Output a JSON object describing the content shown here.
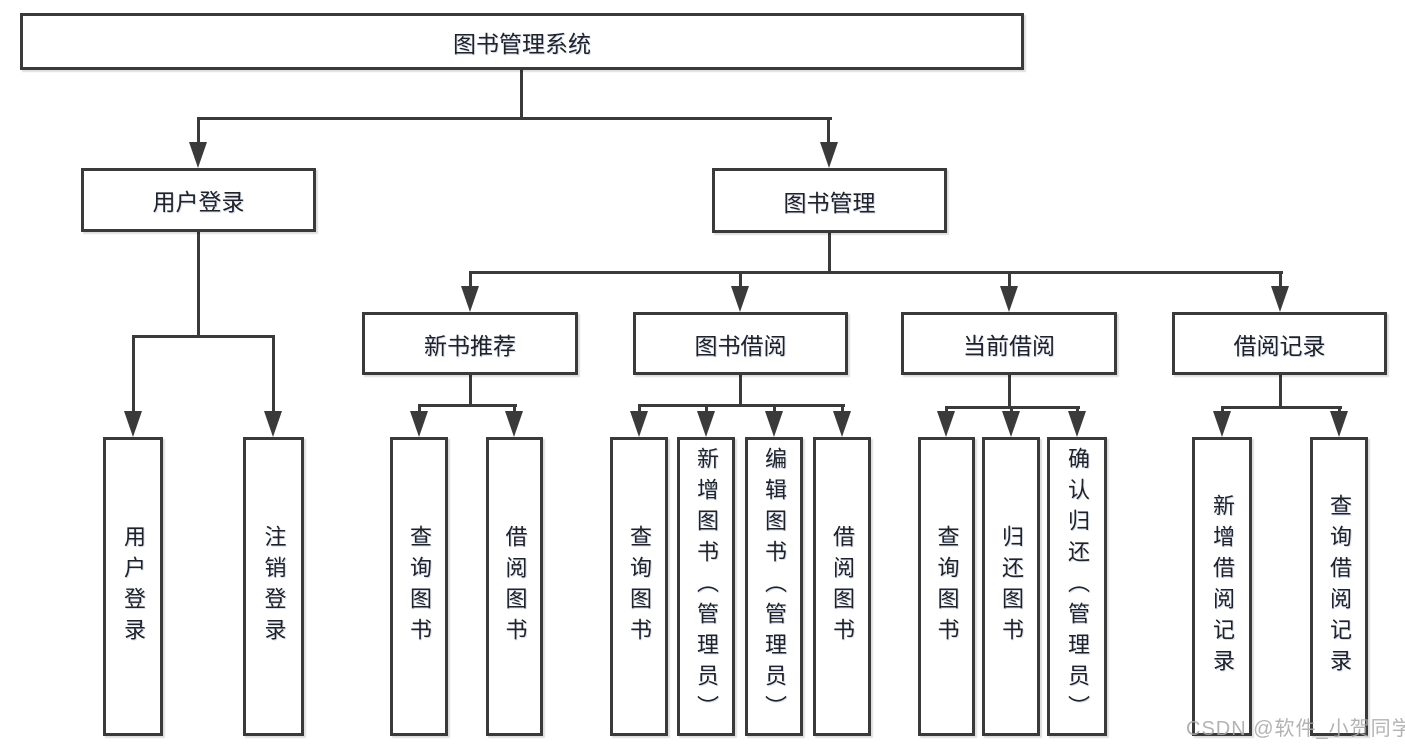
{
  "diagram": {
    "root": {
      "label": "图书管理系统",
      "children": [
        {
          "label": "用户登录",
          "children": [
            {
              "label": "用户登录"
            },
            {
              "label": "注销登录"
            }
          ]
        },
        {
          "label": "图书管理",
          "children": [
            {
              "label": "新书推荐",
              "children": [
                {
                  "label": "查询图书"
                },
                {
                  "label": "借阅图书"
                }
              ]
            },
            {
              "label": "图书借阅",
              "children": [
                {
                  "label": "查询图书"
                },
                {
                  "label": "新增图书（管理员）"
                },
                {
                  "label": "编辑图书（管理员）"
                },
                {
                  "label": "借阅图书"
                }
              ]
            },
            {
              "label": "当前借阅",
              "children": [
                {
                  "label": "查询图书"
                },
                {
                  "label": "归还图书"
                },
                {
                  "label": "确认归还（管理员）"
                }
              ]
            },
            {
              "label": "借阅记录",
              "children": [
                {
                  "label": "新增借阅记录"
                },
                {
                  "label": "查询借阅记录"
                }
              ]
            }
          ]
        }
      ]
    }
  },
  "watermark": {
    "text": "CSDN @软件_小贺同学"
  },
  "colors": {
    "background": "#ffffff",
    "box_border": "#3a3a3a",
    "connector": "#3a3a3a",
    "text": "#222222",
    "watermark": "#a8a8a8"
  }
}
